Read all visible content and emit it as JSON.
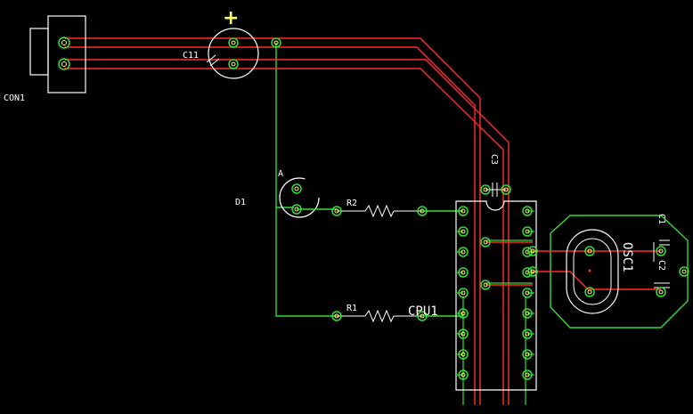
{
  "board": {
    "background_color": "#000000",
    "silkscreen_color": "#ffffff",
    "top_trace_color": "#ff2a2a",
    "bottom_trace_color": "#33dd33",
    "pad_color": "#33dd33",
    "marker_color": "#ffff66"
  },
  "labels": {
    "con1": "CON1",
    "c11": "C11",
    "d1": "D1",
    "d1_anode": "A",
    "r2": "R2",
    "r1": "R1",
    "c3": "C3",
    "cpu1": "CPU1",
    "osc1": "OSC1",
    "c1": "C1",
    "c2": "C2",
    "polarity_marker": "+"
  }
}
